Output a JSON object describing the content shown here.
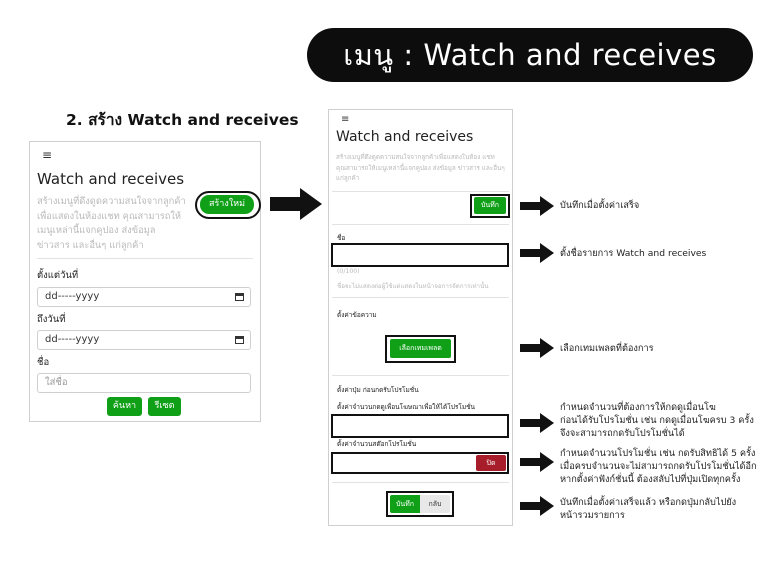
{
  "header": {
    "title": "เมนู : Watch and receives"
  },
  "step": {
    "title": "2. สร้าง Watch and receives"
  },
  "list_page": {
    "menu_icon": "≡",
    "title": "Watch and receives",
    "description": "สร้างเมนูที่ดึงดูดความสนใจจากลูกค้า เพื่อแสดงในห้องแชท คุณสามารถให้ เมนูเหล่านี้แจกคูปอง ส่งข้อมูลข่าวสาร และอื่นๆ แก่ลูกค้า",
    "create_button": "สร้างใหม่",
    "from_date_label": "ตั้งแต่วันที่",
    "from_date_value": "dd-----yyyy",
    "to_date_label": "ถึงวันที่",
    "to_date_value": "dd-----yyyy",
    "name_label": "ชื่อ",
    "name_placeholder": "ใส่ชื่อ",
    "search_button": "ค้นหา",
    "reset_button": "รีเซต"
  },
  "form_page": {
    "menu_icon": "≡",
    "title": "Watch and receives",
    "description": "สร้างเมนูที่ดึงดูดความสนใจจากลูกค้าเพื่อแสดงในห้อง แชท คุณสามารถให้เมนูเหล่านี้แจกคูปอง ส่งข้อมูล ข่าวสาร และอื่นๆ แก่ลูกค้า",
    "save_button": "บันทึก",
    "name_label": "ชื่อ",
    "name_counter": "(0/100)",
    "name_help": "ชื่อจะไม่แสดงต่อผู้ใช้แต่แสดงในหน้าจอการจัดการเท่านั้น",
    "message_label": "ตั้งค่าข้อความ",
    "template_button": "เลือกเทมเพลต",
    "button_settings_label": "ตั้งค่าปุ่ม ก่อนกดรับโปรโมชั่น",
    "clicks_label": "ตั้งค่าจำนวนกดดูเพื่อนโฆษณาเพื่อให้ได้โปรโมชั่น",
    "stock_label": "ตั้งค่าจำนวนสต๊อกโปรโมชั่น",
    "close_button": "ปิด",
    "save_button_bottom": "บันทึก",
    "back_button": "กลับ"
  },
  "notes": {
    "save": "บันทึกเมื่อตั้งค่าเสร็จ",
    "name": "ตั้งชื่อรายการ Watch and receives",
    "template": "เลือกเทมเพลตที่ต้องการ",
    "clicks": [
      "กำหนดจำนวนที่ต้องการให้กดดูเมื่อนโฆ",
      "ก่อนได้รับโปรโมชั่น เช่น กดดูเมื่อนโฆครบ 3 ครั้ง",
      "จึงจะสามารถกดรับโปรโมชั่นได้"
    ],
    "stock": [
      "กำหนดจำนวนโปรโมชั่น เช่น กดรับสิทธิได้ 5 ครั้ง",
      "เมื่อครบจำนวนจะไม่สามารถกดรับโปรโมชั่นได้อีก",
      "หากตั้งค่าฟังก์ชั่นนี้ ต้องสลับไปที่ปุ่มเปิดทุกครั้ง"
    ],
    "finish": [
      "บันทึกเมื่อตั้งค่าเสร็จแล้ว หรือกดปุ่มกลับไปยัง",
      "หน้ารวมรายการ"
    ]
  },
  "colors": {
    "green": "#10a018",
    "red": "#a71d2a",
    "dark": "#0d0d0d"
  }
}
